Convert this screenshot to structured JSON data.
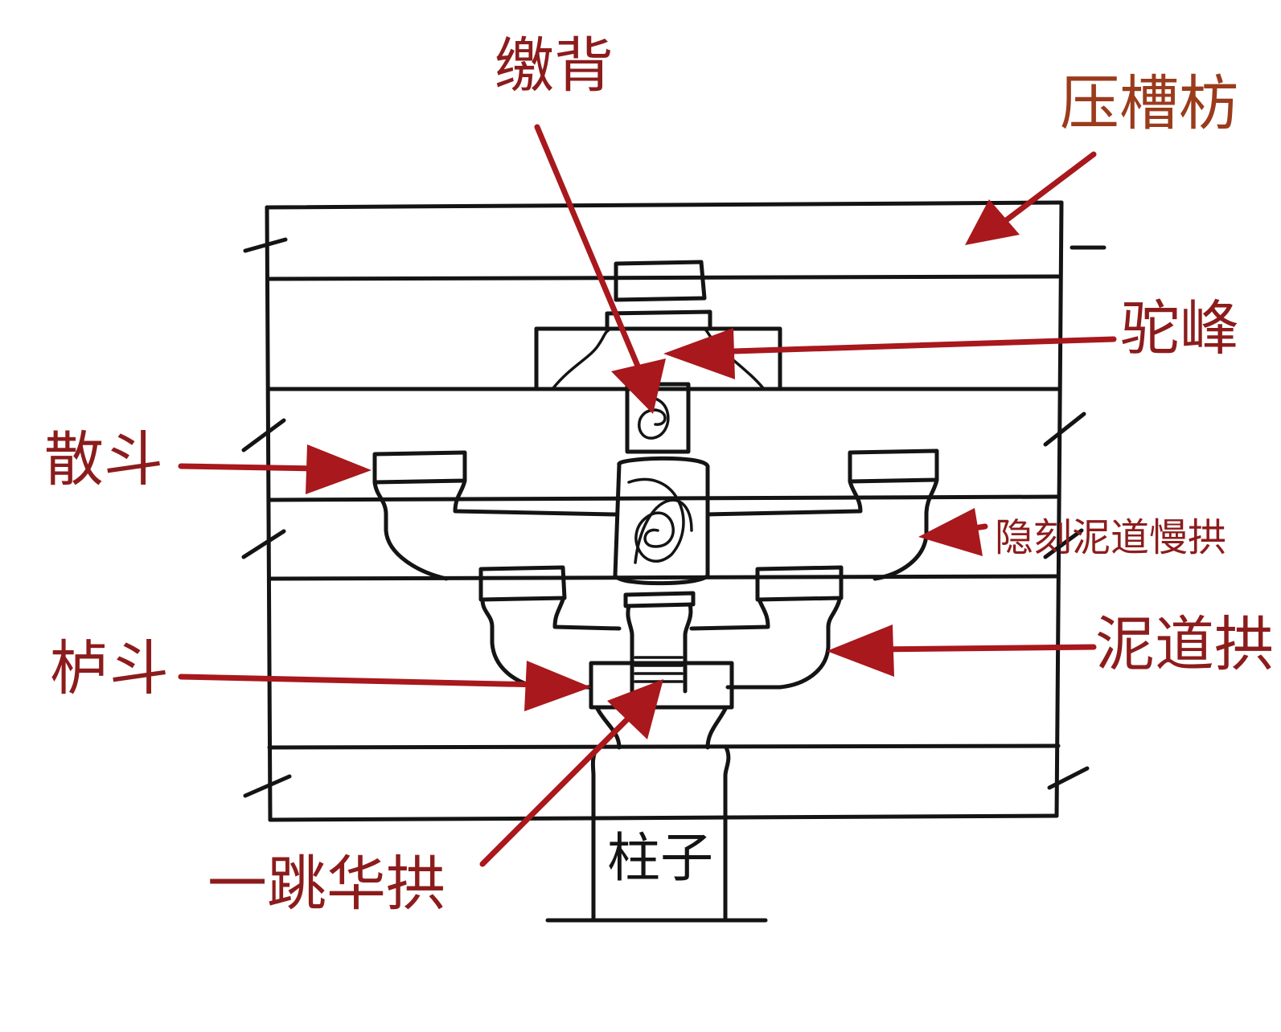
{
  "colors": {
    "ink": "#141414",
    "arrow": "#a8181c",
    "label": "#8c1c1c",
    "label_orange": "#9a3b1c"
  },
  "labels": {
    "jiaobei": "缴背",
    "yacaofang": "压槽枋",
    "tuofeng": "驼峰",
    "sandou": "散斗",
    "yinke_nidao_mangong": "隐刻泥道慢拱",
    "nidaogong": "泥道拱",
    "ludou": "栌斗",
    "yitiao_huagong": "一跳华拱",
    "zhuzi": "柱子"
  }
}
